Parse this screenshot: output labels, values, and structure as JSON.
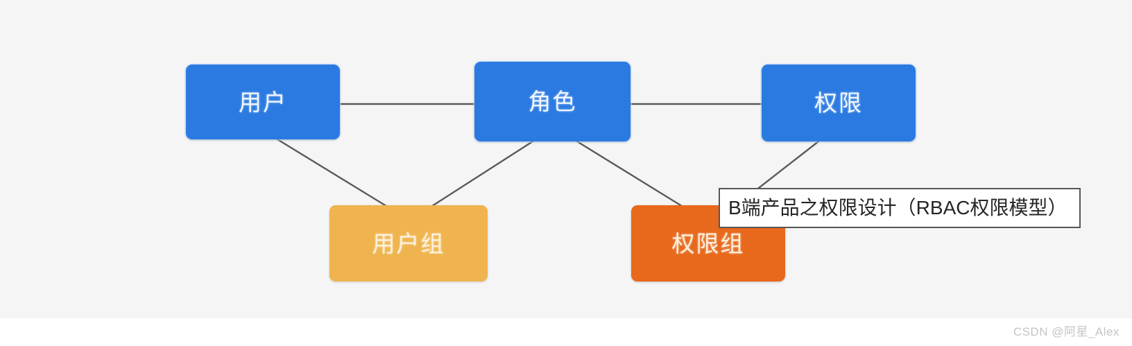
{
  "diagram": {
    "title_caption": "B端产品之权限设计（RBAC权限模型）",
    "background_color": "#f5f5f5",
    "page_color": "#ffffff",
    "edge_color": "#5a5a5a",
    "nodes": [
      {
        "id": "user",
        "label": "用户",
        "color": "#2a7ae2",
        "shape": "rounded-rect",
        "role": "entity"
      },
      {
        "id": "role",
        "label": "角色",
        "color": "#2a7ae2",
        "shape": "rounded-rect",
        "role": "entity"
      },
      {
        "id": "permission",
        "label": "权限",
        "color": "#2a7ae2",
        "shape": "rounded-rect",
        "role": "entity"
      },
      {
        "id": "user_group",
        "label": "用户组",
        "color": "#efb44d",
        "shape": "rounded-rect",
        "role": "group"
      },
      {
        "id": "perm_group",
        "label": "权限组",
        "color": "#e8681c",
        "shape": "rounded-rect",
        "role": "group"
      }
    ],
    "edges": [
      {
        "from": "user",
        "to": "role"
      },
      {
        "from": "role",
        "to": "permission"
      },
      {
        "from": "user",
        "to": "user_group"
      },
      {
        "from": "role",
        "to": "user_group"
      },
      {
        "from": "role",
        "to": "perm_group"
      },
      {
        "from": "permission",
        "to": "perm_group"
      }
    ]
  },
  "watermark": {
    "text": "CSDN @阿星_Alex"
  }
}
